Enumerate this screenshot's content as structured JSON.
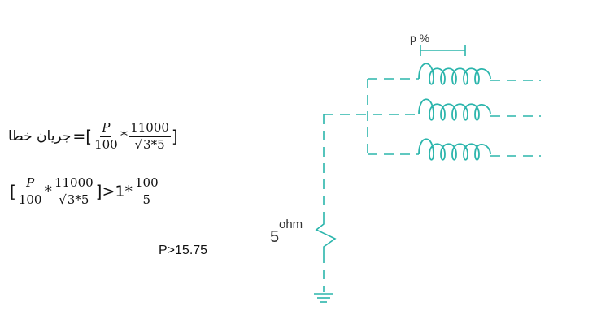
{
  "formula1": {
    "label": "جریان خطا",
    "equals": "=",
    "open_bracket": "[",
    "close_bracket": "]",
    "frac1_num": "P",
    "frac1_den": "100",
    "times": "*",
    "frac2_num": "11000",
    "frac2_den_root": "√",
    "frac2_den_rad": "3",
    "frac2_den_tail": "*5"
  },
  "formula2": {
    "open_bracket": "[",
    "close_bracket": "]",
    "frac1_num": "P",
    "frac1_den": "100",
    "times": "*",
    "frac2_num": "11000",
    "frac2_den_root": "√",
    "frac2_den_rad": "3",
    "frac2_den_tail": "*5",
    "relation": ">1*",
    "frac3_num": "100",
    "frac3_den": "5"
  },
  "result": "P>15.75",
  "circuit": {
    "percent_label": "p %",
    "resistor_value": "5",
    "resistor_unit": "ohm",
    "color": "#2bb5ac"
  }
}
